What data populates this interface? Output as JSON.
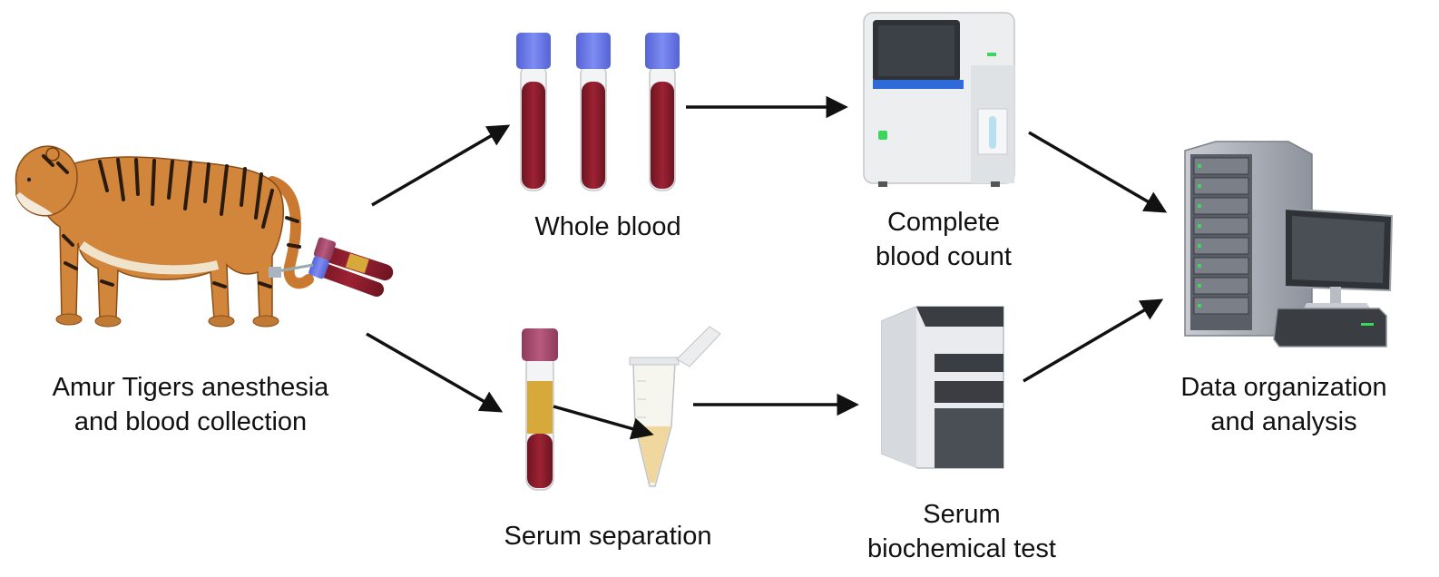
{
  "colors": {
    "tiger_orange": "#d2863b",
    "blood_red": "#8c1c2c",
    "cap_blue": "#6a78e8",
    "cap_pink": "#a64a6e",
    "serum_yellow": "#d6a93a",
    "machine_gray": "#e6e6e6",
    "screen_dark": "#3a3d42",
    "accent_blue": "#2e6bd8",
    "arrow": "#111111"
  },
  "labels": {
    "tiger": {
      "line1": "Amur Tigers anesthesia",
      "line2": "and blood collection"
    },
    "whole_blood": "Whole blood",
    "cbc": {
      "line1": "Complete",
      "line2": "blood count"
    },
    "serum_separation": "Serum separation",
    "serum_test": {
      "line1": "Serum",
      "line2": "biochemical test"
    },
    "data": {
      "line1": "Data organization",
      "line2": "and analysis"
    }
  }
}
